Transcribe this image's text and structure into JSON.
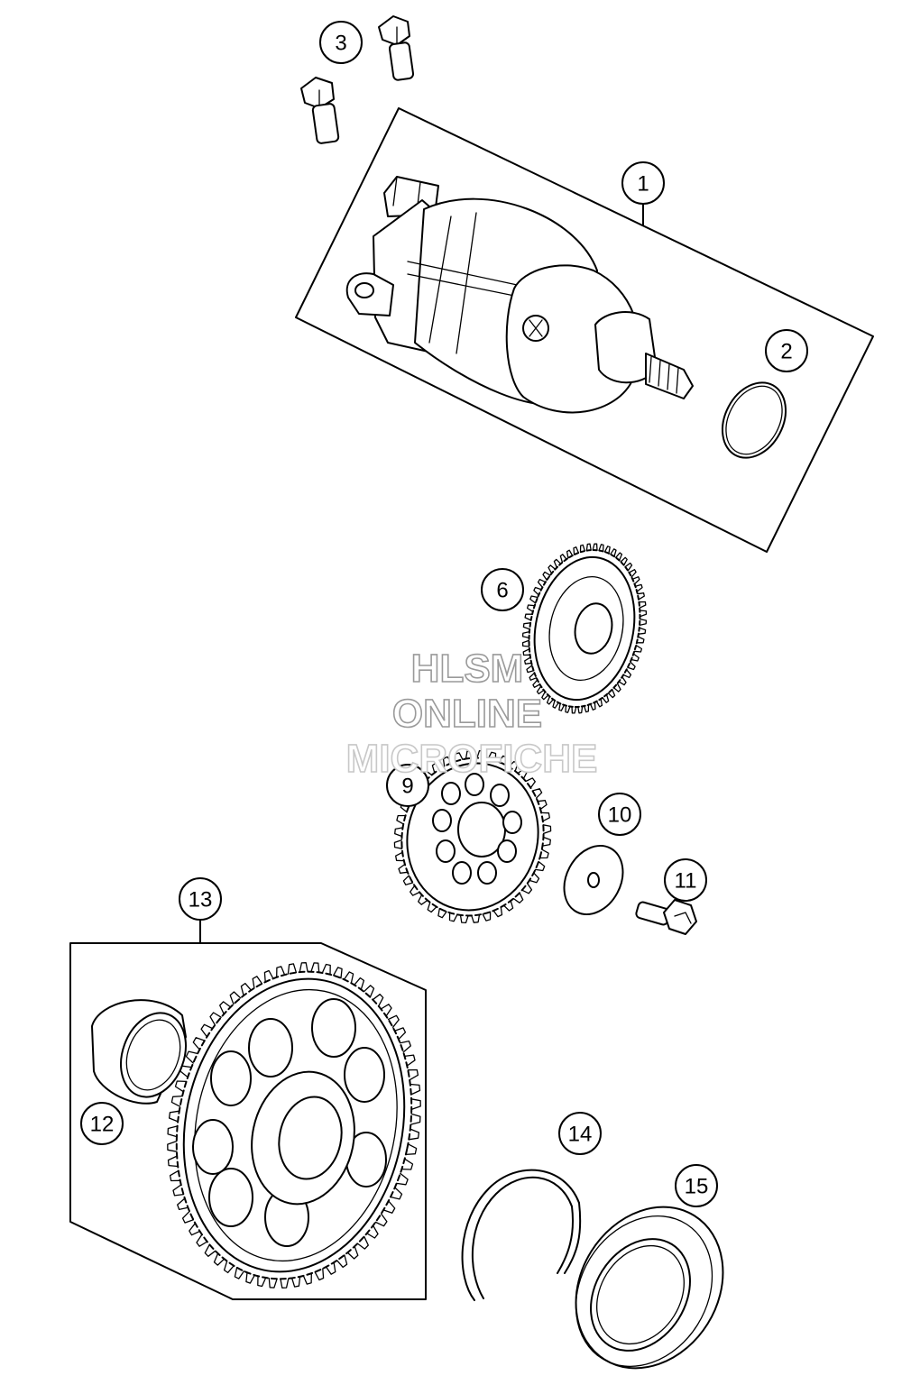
{
  "callouts": [
    {
      "id": "c1",
      "label": "1"
    },
    {
      "id": "c2",
      "label": "2"
    },
    {
      "id": "c3",
      "label": "3"
    },
    {
      "id": "c6",
      "label": "6"
    },
    {
      "id": "c9",
      "label": "9"
    },
    {
      "id": "c10",
      "label": "10"
    },
    {
      "id": "c11",
      "label": "11"
    },
    {
      "id": "c12",
      "label": "12"
    },
    {
      "id": "c13",
      "label": "13"
    },
    {
      "id": "c14",
      "label": "14"
    },
    {
      "id": "c15",
      "label": "15"
    }
  ],
  "watermark": {
    "line1": "HLSM",
    "line2": "ONLINE",
    "line3": "MICROFICHE"
  }
}
